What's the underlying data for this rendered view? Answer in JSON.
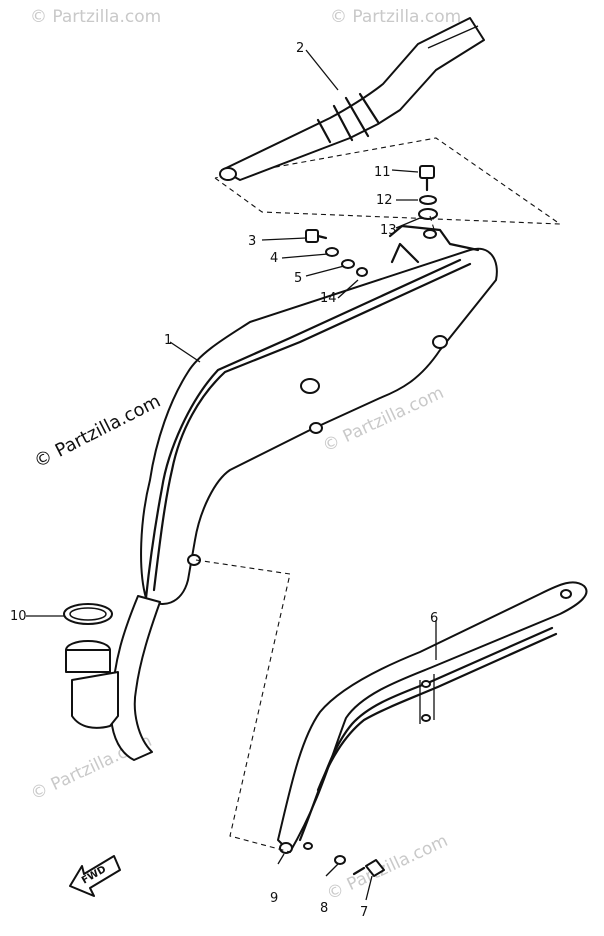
{
  "callouts": {
    "c1": "1",
    "c2": "2",
    "c3": "3",
    "c4": "4",
    "c5": "5",
    "c6": "6",
    "c7": "7",
    "c8": "8",
    "c9": "9",
    "c10": "10",
    "c11": "11",
    "c12": "12",
    "c13": "13",
    "c14": "14"
  },
  "watermark": "© Partzilla.com",
  "fwd_label": "FWD"
}
